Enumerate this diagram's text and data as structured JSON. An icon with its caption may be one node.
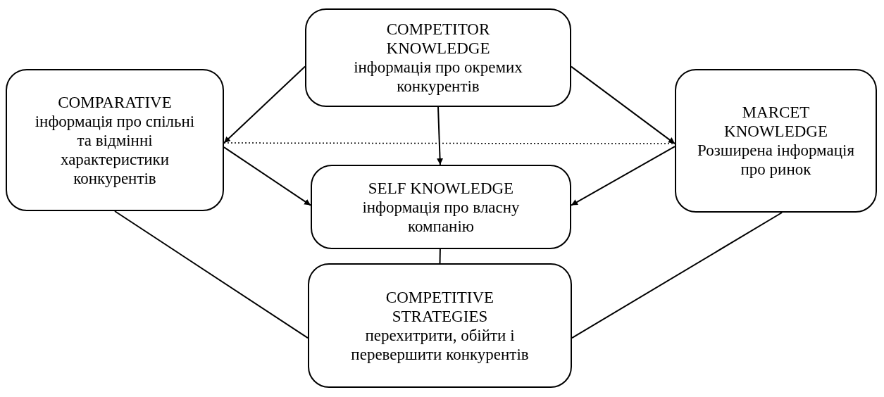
{
  "diagram": {
    "nodes": [
      {
        "text": [
          "COMPETITOR KNOWLEDGE",
          "інформація про окремих конкурентів"
        ]
      },
      {
        "text": [
          "COMPARATIVE",
          "інформація про спільні та відмінні характеристики конкурентів"
        ]
      },
      {
        "text": [
          "MARCET KNOWLEDGE",
          "Розширена інформація про ринок"
        ]
      },
      {
        "text": [
          "SELF KNOWLEDGE",
          "інформація про власну компанію"
        ]
      },
      {
        "text": [
          "COMPETITIVE STRATEGIES",
          "перехитрити, обійти і перевершити конкурентів"
        ]
      }
    ],
    "edges": [
      {
        "from": 0,
        "to": 1,
        "arrow": "to"
      },
      {
        "from": 0,
        "to": 3,
        "arrow": "to"
      },
      {
        "from": 0,
        "to": 2,
        "arrow": "to"
      },
      {
        "from": 1,
        "to": 2,
        "arrow": "none",
        "style": "dashed"
      },
      {
        "from": 1,
        "to": 3,
        "arrow": "to"
      },
      {
        "from": 2,
        "to": 3,
        "arrow": "to"
      },
      {
        "from": 3,
        "to": 4,
        "arrow": "none"
      },
      {
        "from": 1,
        "to": 4,
        "arrow": "none"
      },
      {
        "from": 2,
        "to": 4,
        "arrow": "none"
      }
    ]
  }
}
